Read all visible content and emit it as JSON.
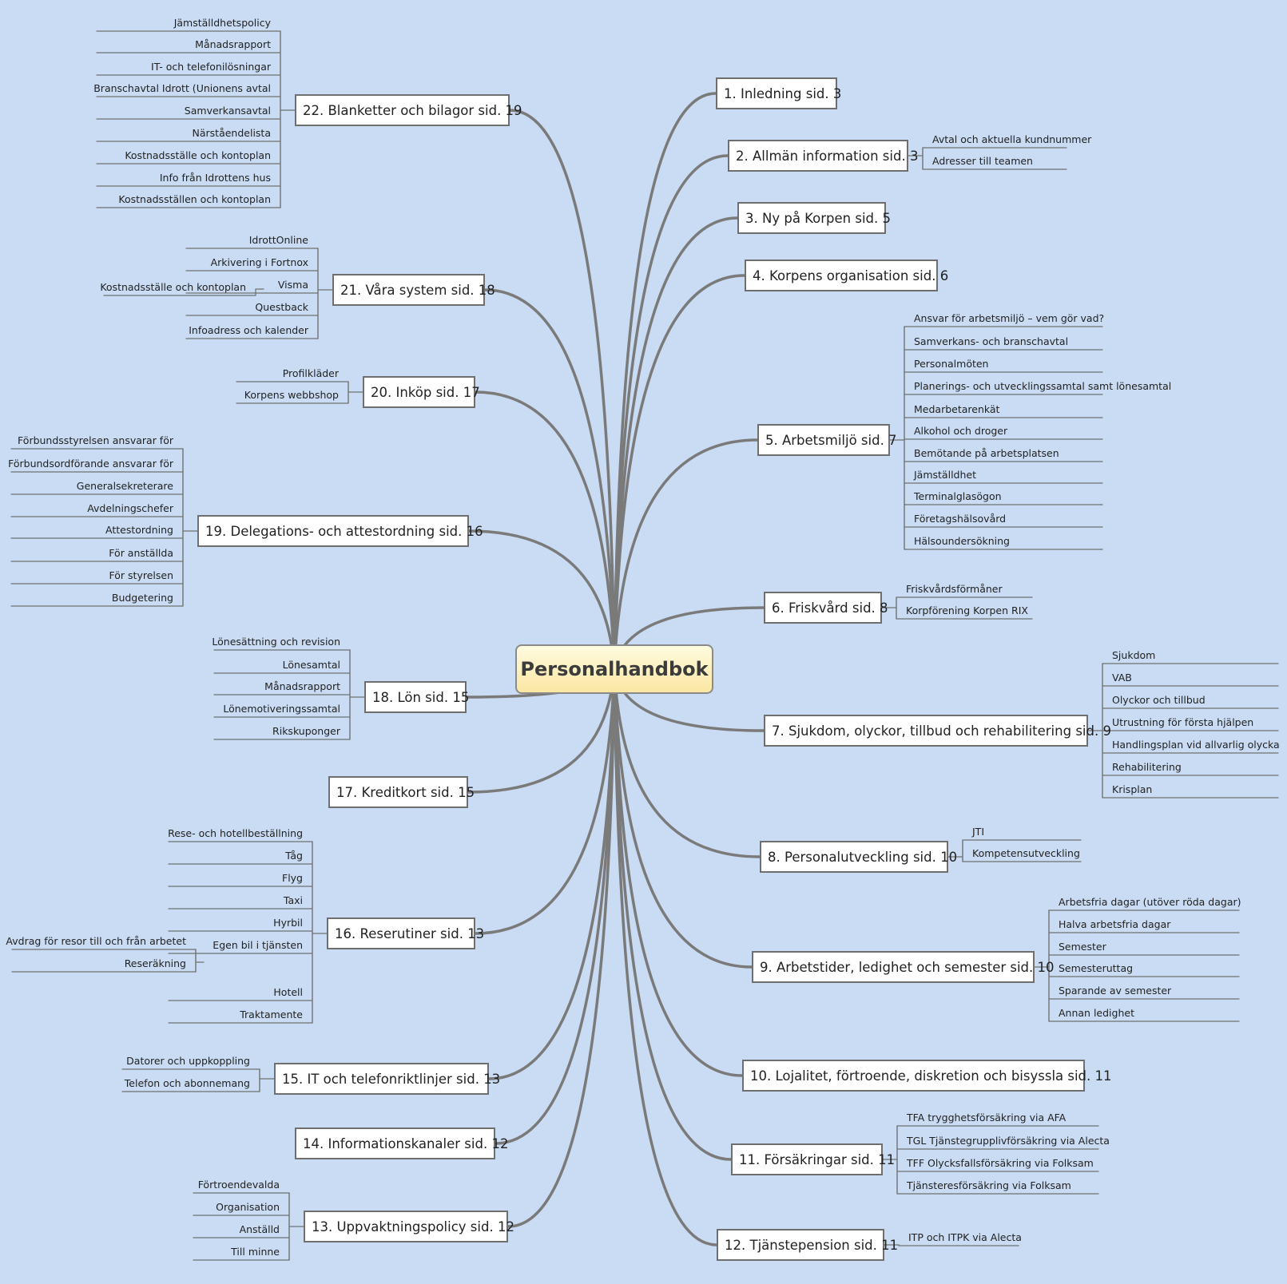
{
  "center": "Personalhandbok",
  "topics": [
    {
      "label": "1. Inledning sid. 3",
      "children": []
    },
    {
      "label": "2. Allmän information sid. 3",
      "children": [
        "Avtal och aktuella kundnummer",
        "Adresser till teamen"
      ]
    },
    {
      "label": "3. Ny på Korpen sid. 5",
      "children": []
    },
    {
      "label": "4. Korpens organisation sid. 6",
      "children": []
    },
    {
      "label": "5. Arbetsmiljö sid. 7",
      "children": [
        "Ansvar för arbetsmiljö – vem gör vad?",
        "Samverkans- och branschavtal",
        "Personalmöten",
        "Planerings- och utvecklingssamtal samt lönesamtal",
        "Medarbetarenkät",
        "Alkohol och droger",
        "Bemötande på arbetsplatsen",
        "Jämställdhet",
        "Terminalglasögon",
        "Företagshälsovård",
        "Hälsoundersökning"
      ]
    },
    {
      "label": "6. Friskvård sid. 8",
      "children": [
        "Friskvårdsförmåner",
        "Korpförening Korpen RIX"
      ]
    },
    {
      "label": "7. Sjukdom, olyckor, tillbud och rehabilitering sid. 9",
      "children": [
        "Sjukdom",
        "VAB",
        "Olyckor och tillbud",
        "Utrustning för första hjälpen",
        "Handlingsplan vid allvarlig olycka",
        "Rehabilitering",
        "Krisplan"
      ]
    },
    {
      "label": "8. Personalutveckling sid. 10",
      "children": [
        "JTI",
        "Kompetensutveckling"
      ]
    },
    {
      "label": "9. Arbetstider, ledighet och semester sid. 10",
      "children": [
        "Arbetsfria dagar (utöver röda dagar)",
        "Halva arbetsfria dagar",
        "Semester",
        "Semesteruttag",
        "Sparande av semester",
        "Annan ledighet"
      ]
    },
    {
      "label": "10. Lojalitet, förtroende, diskretion och bisyssla sid. 11",
      "children": []
    },
    {
      "label": "11. Försäkringar sid. 11",
      "children": [
        "TFA trygghetsförsäkring via AFA",
        "TGL Tjänstegrupplivförsäkring via Alecta",
        "TFF Olycksfallsförsäkring via Folksam",
        "Tjänsteresförsäkring via Folksam"
      ]
    },
    {
      "label": "12. Tjänstepension sid. 11",
      "children": [
        "ITP och ITPK via Alecta"
      ]
    },
    {
      "label": "13. Uppvaktningspolicy sid. 12",
      "children": [
        "Förtroendevalda",
        "Organisation",
        "Anställd",
        "Till minne"
      ]
    },
    {
      "label": "14. Informationskanaler sid. 12",
      "children": []
    },
    {
      "label": "15. IT och telefonriktlinjer sid. 13",
      "children": [
        "Datorer och uppkoppling",
        "Telefon och abonnemang"
      ]
    },
    {
      "label": "16. Reserutiner sid. 13",
      "children": [
        "Rese- och hotellbeställning",
        "Tåg",
        "Flyg",
        "Taxi",
        "Hyrbil",
        "Egen bil i tjänsten",
        "Hotell",
        "Traktamente"
      ]
    },
    {
      "label": "Egen bil i tjänsten",
      "children": [
        "Avdrag för resor till och från arbetet",
        "Reseräkning"
      ]
    },
    {
      "label": "17. Kreditkort sid. 15",
      "children": []
    },
    {
      "label": "18. Lön sid. 15",
      "children": [
        "Lönesättning och revision",
        "Lönesamtal",
        "Månadsrapport",
        "Lönemotiveringssamtal",
        "Rikskuponger"
      ]
    },
    {
      "label": "19. Delegations- och attestordning sid. 16",
      "children": [
        "Förbundsstyrelsen ansvarar för",
        "Förbundsordförande ansvarar för",
        "Generalsekreterare",
        "Avdelningschefer",
        "Attestordning",
        "För anställda",
        "För styrelsen",
        "Budgetering"
      ]
    },
    {
      "label": "20. Inköp sid. 17",
      "children": [
        "Profilkläder",
        "Korpens webbshop"
      ]
    },
    {
      "label": "21. Våra system sid. 18",
      "children": [
        "IdrottOnline",
        "Arkivering i Fortnox",
        "Visma",
        "Questback",
        "Infoadress och kalender"
      ]
    },
    {
      "label": "Visma",
      "children": [
        "Kostnadsställe och kontoplan"
      ]
    },
    {
      "label": "22. Blanketter och bilagor sid. 19",
      "children": [
        "Jämställdhetspolicy",
        "Månadsrapport",
        "IT- och telefonilösningar",
        "Branschavtal Idrott (Unionens avtal",
        "Samverkansavtal",
        "Närståendelista",
        "Kostnadsställe och kontoplan",
        "Info från Idrottens hus",
        "Kostnadsställen och kontoplan"
      ]
    }
  ],
  "colors": {
    "background": "#c9dcf3",
    "branch": "#7a7a7a",
    "sub_line": "#6f6f6f"
  }
}
